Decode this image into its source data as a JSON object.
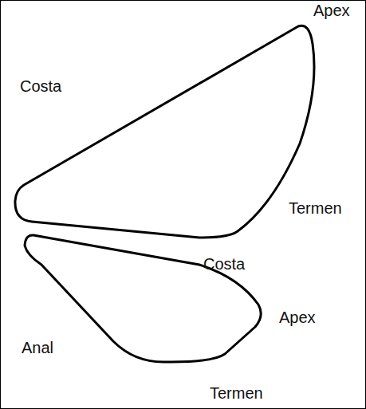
{
  "diagram": {
    "labels": [
      "Apex",
      "Costa",
      "Termen",
      "Costa",
      "Apex",
      "Anal",
      "Termen"
    ]
  }
}
